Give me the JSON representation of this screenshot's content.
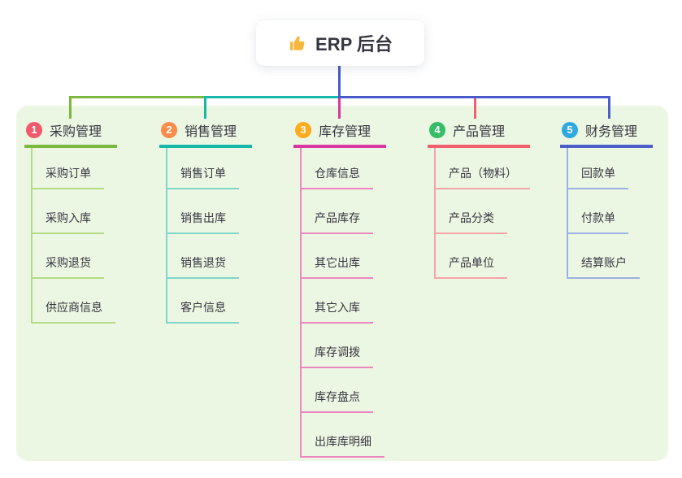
{
  "root": {
    "label": "ERP 后台",
    "icon": "thumbs-up-icon",
    "icon_color": "#f6b73c",
    "connector_color": "#4a5ac9"
  },
  "canvas": {
    "background": "#ffffff",
    "panel_background": "#ecf7e3",
    "text_color": "#363640"
  },
  "branches": [
    {
      "index": "1",
      "label": "采购管理",
      "badge_color": "#f2596c",
      "line_color": "#7cb840",
      "child_line_color": "#b3da85",
      "children": [
        "采购订单",
        "采购入库",
        "采购退货",
        "供应商信息"
      ]
    },
    {
      "index": "2",
      "label": "销售管理",
      "badge_color": "#fb8c4a",
      "line_color": "#16b8a7",
      "child_line_color": "#7fd5ca",
      "children": [
        "销售订单",
        "销售出库",
        "销售退货",
        "客户信息"
      ]
    },
    {
      "index": "3",
      "label": "库存管理",
      "badge_color": "#fbab1b",
      "line_color": "#d8389f",
      "child_line_color": "#ee87c1",
      "children": [
        "仓库信息",
        "产品库存",
        "其它出库",
        "其它入库",
        "库存调拨",
        "库存盘点",
        "出库库明细"
      ]
    },
    {
      "index": "4",
      "label": "产品管理",
      "badge_color": "#36bd68",
      "line_color": "#f05f6b",
      "child_line_color": "#f6a3aa",
      "children": [
        "产品（物料）",
        "产品分类",
        "产品单位"
      ]
    },
    {
      "index": "5",
      "label": "财务管理",
      "badge_color": "#2fa9e0",
      "line_color": "#4a5fc9",
      "child_line_color": "#9cb1e5",
      "children": [
        "回款单",
        "付款单",
        "结算账户"
      ]
    }
  ]
}
